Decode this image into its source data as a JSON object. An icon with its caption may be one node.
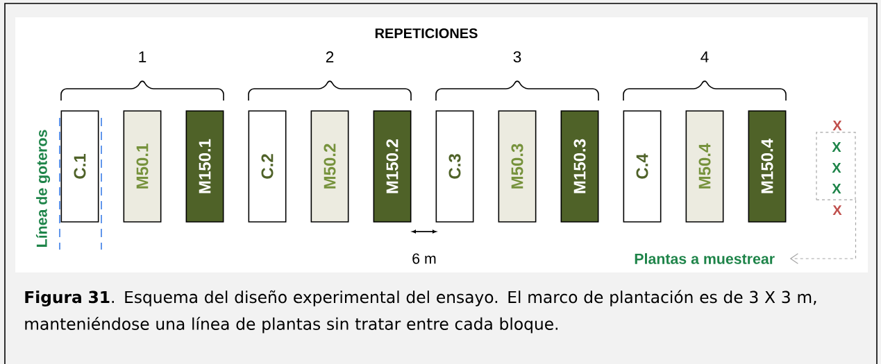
{
  "diagram": {
    "caption": "**Figura 31**. Esquema del diseño experimental del ensayo. El marco de plantación es de 3 X 3 m, manteniéndose una línea de plantas sin tratar entre cada bloque.",
    "nodes": [
      {
        "text": [
          "C.1"
        ]
      },
      {
        "text": [
          "M50.1"
        ]
      },
      {
        "text": [
          "M150.1"
        ]
      },
      {
        "text": [
          "C.2"
        ]
      },
      {
        "text": [
          "M50.2"
        ]
      },
      {
        "text": [
          "M150.2"
        ]
      },
      {
        "text": [
          "C.3"
        ]
      },
      {
        "text": [
          "M50.3"
        ]
      },
      {
        "text": [
          "M150.3"
        ]
      },
      {
        "text": [
          "C.4"
        ]
      },
      {
        "text": [
          "M50.4"
        ]
      },
      {
        "text": [
          "M150.4"
        ]
      },
      {
        "text": [
          "X",
          "X",
          "X"
        ]
      },
      {
        "text": [
          "Plantas a muestrear"
        ]
      }
    ],
    "edges": [
      {
        "from": 12,
        "to": 13,
        "arrow": "to",
        "style": "dashed",
        "color": "#a6a6a6"
      }
    ],
    "labels": [
      "REPETICIONES",
      "1",
      "2",
      "3",
      "4",
      "X",
      "Línea de goteros",
      "X",
      "6 m"
    ]
  }
}
